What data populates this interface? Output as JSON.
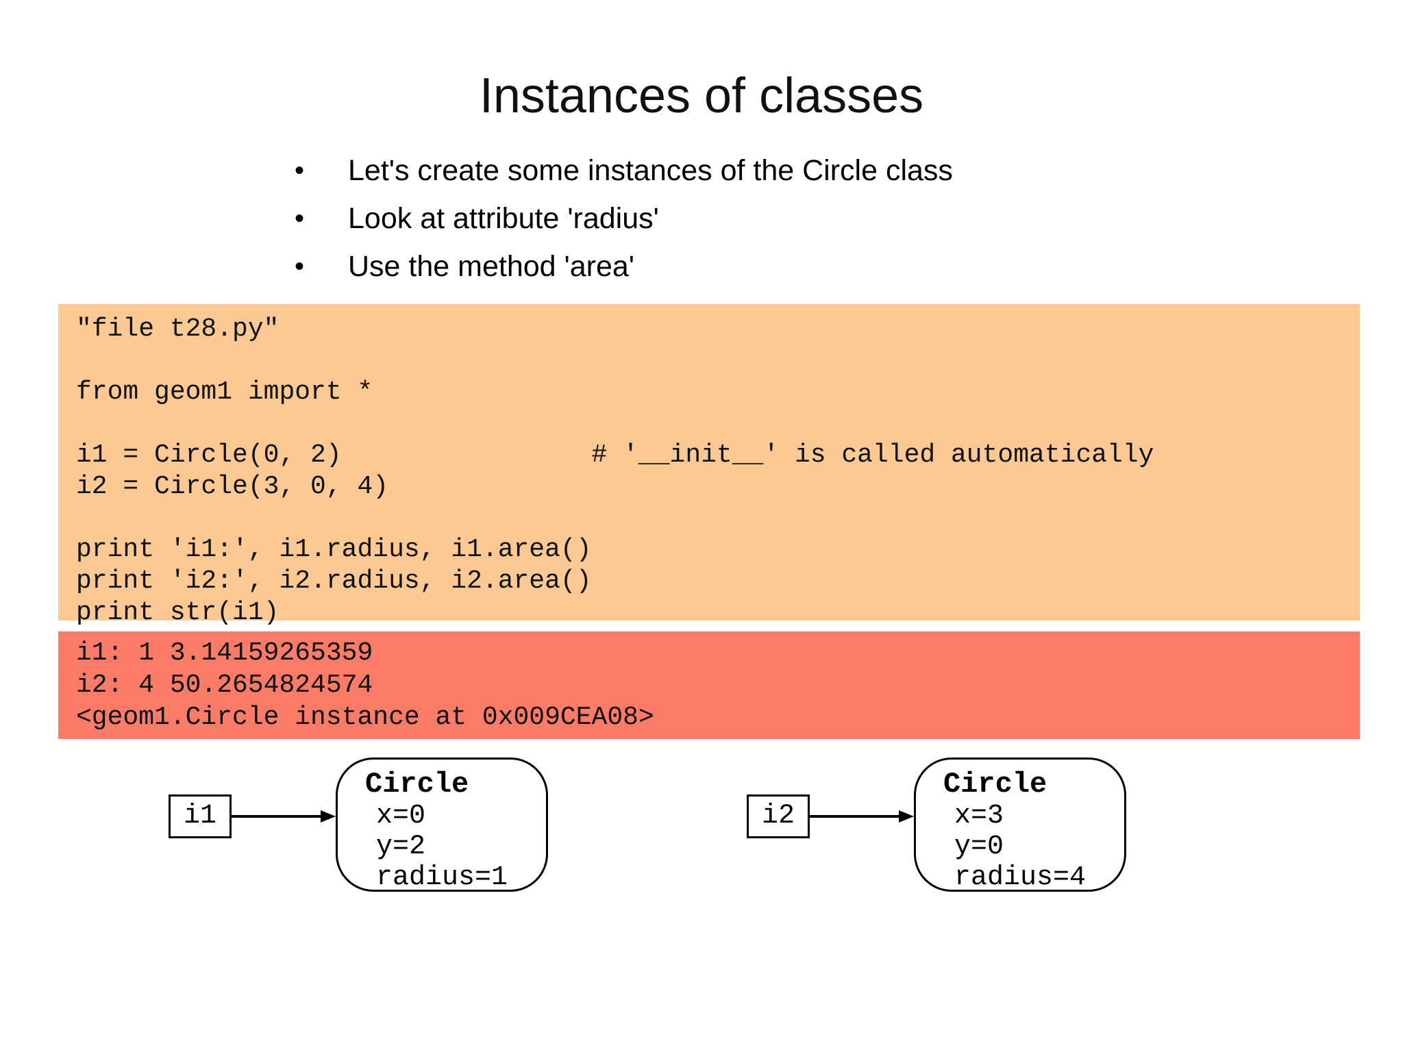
{
  "slide": {
    "title": "Instances of classes",
    "bullet_char": "•",
    "bullets": [
      "Let's create some instances of the Circle class",
      "Look at attribute 'radius'",
      "Use the method 'area'"
    ]
  },
  "code_block": {
    "bg_color": "#fcc994",
    "lines": [
      "\"file t28.py\"",
      "",
      "from geom1 import *",
      "",
      "i1 = Circle(0, 2)                # '__init__' is called automatically",
      "i2 = Circle(3, 0, 4)",
      "",
      "print 'i1:', i1.radius, i1.area()",
      "print 'i2:', i2.radius, i2.area()",
      "print str(i1)"
    ]
  },
  "output_block": {
    "bg_color": "#fa7c68",
    "lines": [
      "i1: 1 3.14159265359",
      "i2: 4 50.2654824574",
      "<geom1.Circle instance at 0x009CEA08>"
    ]
  },
  "diagrams": [
    {
      "variable": "i1",
      "class_name": "Circle",
      "attributes": [
        "x=0",
        "y=2",
        "radius=1"
      ]
    },
    {
      "variable": "i2",
      "class_name": "Circle",
      "attributes": [
        "x=3",
        "y=0",
        "radius=4"
      ]
    }
  ],
  "colors": {
    "text": "#000000",
    "background": "#ffffff"
  }
}
